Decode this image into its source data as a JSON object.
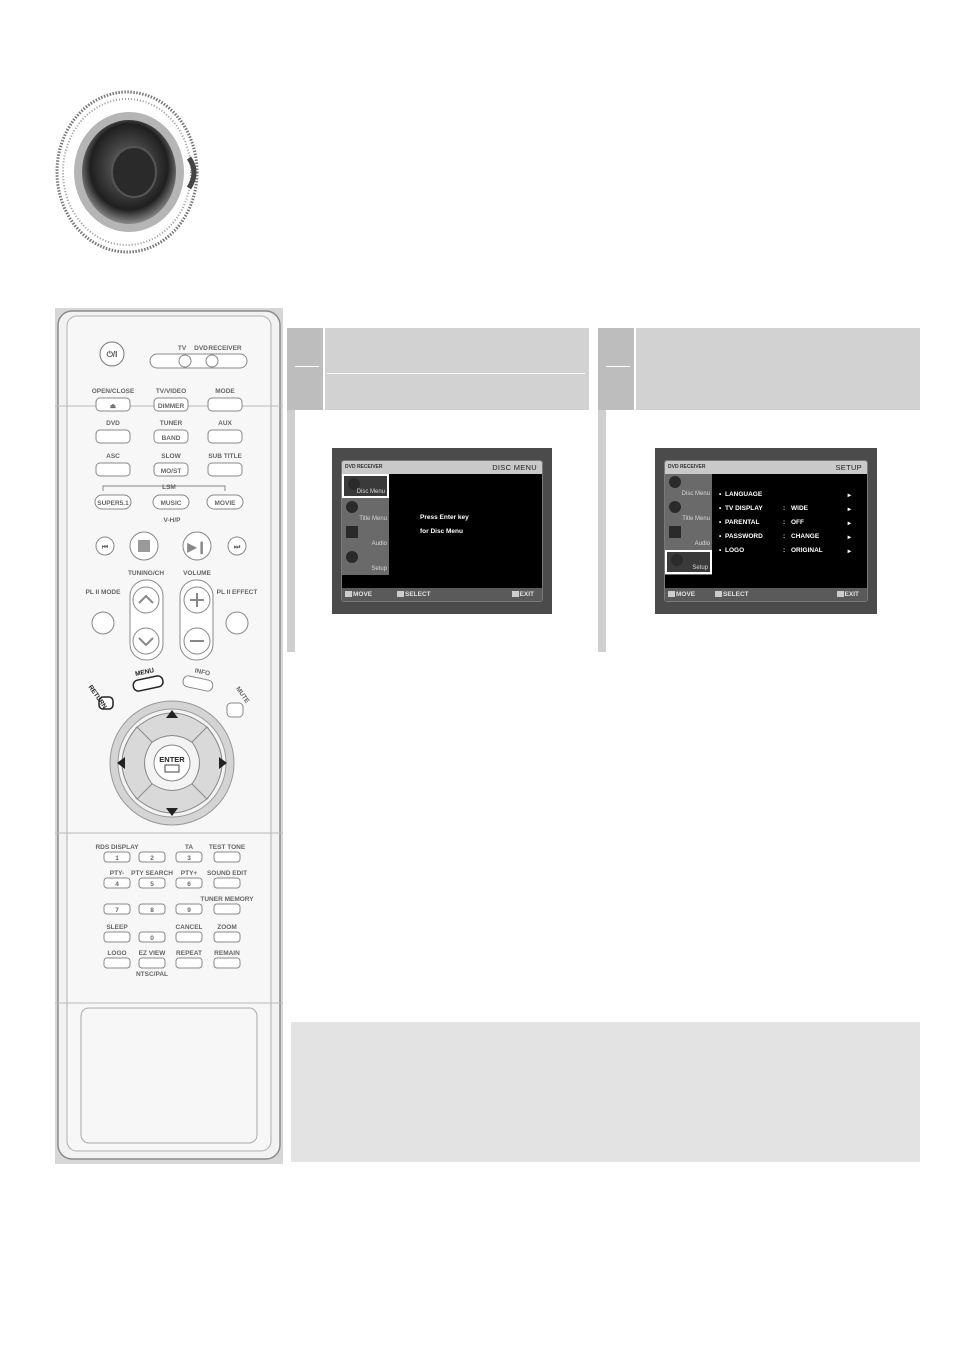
{
  "remote": {
    "power_label": "⏻/I",
    "source_labels": [
      "TV",
      "DVD",
      "RECEIVER"
    ],
    "row1": [
      "OPEN/CLOSE",
      "TV/VIDEO",
      "MODE"
    ],
    "row1_sub": [
      "⏏",
      "DIMMER",
      ""
    ],
    "row2": [
      "DVD",
      "TUNER",
      "AUX"
    ],
    "row2_sub": [
      "",
      "BAND",
      ""
    ],
    "row3": [
      "ASC",
      "SLOW",
      "SUB TITLE"
    ],
    "row3_sub": [
      "",
      "MO/ST",
      ""
    ],
    "lsm_label": "LSM",
    "lsm_buttons": [
      "SUPER5.1",
      "MUSIC",
      "MOVIE"
    ],
    "vhp_label": "V-H/P",
    "tuning_label": "TUNING/CH",
    "volume_label": "VOLUME",
    "pl_mode_label": "PL II MODE",
    "pl_effect_label": "PL II EFFECT",
    "menu_label": "MENU",
    "info_label": "INFO",
    "return_label": "RETURN",
    "mute_label": "MUTE",
    "enter_label": "ENTER",
    "keypad_top": [
      "RDS DISPLAY",
      "TA",
      "TEST TONE"
    ],
    "keypad_mid": [
      "PTY-",
      "PTY SEARCH",
      "PTY+",
      "SOUND EDIT"
    ],
    "keypad_low": [
      "TUNER MEMORY"
    ],
    "keypad_bot": [
      "SLEEP",
      "CANCEL",
      "ZOOM"
    ],
    "keypad_last": [
      "LOGO",
      "EZ VIEW",
      "REPEAT",
      "REMAIN"
    ],
    "ntsc_label": "NTSC/PAL",
    "digits": [
      "1",
      "2",
      "3",
      "4",
      "5",
      "6",
      "7",
      "8",
      "9",
      "0"
    ]
  },
  "screen_left": {
    "brand": "DVD RECEIVER",
    "title": "DISC MENU",
    "sidebar": [
      "Disc Menu",
      "Title Menu",
      "Audio",
      "Setup"
    ],
    "selected_index": 0,
    "message": [
      "Press Enter key",
      "for Disc Menu"
    ],
    "footer": {
      "move": "MOVE",
      "select": "SELECT",
      "exit": "EXIT"
    }
  },
  "screen_right": {
    "brand": "DVD RECEIVER",
    "title": "SETUP",
    "sidebar": [
      "Disc Menu",
      "Title Menu",
      "Audio",
      "Setup"
    ],
    "selected_index": 3,
    "rows": [
      {
        "name": "LANGUAGE",
        "value": ""
      },
      {
        "name": "TV DISPLAY",
        "value": "WIDE"
      },
      {
        "name": "PARENTAL",
        "value": "OFF"
      },
      {
        "name": "PASSWORD",
        "value": "CHANGE"
      },
      {
        "name": "LOGO",
        "value": "ORIGINAL"
      }
    ],
    "footer": {
      "move": "MOVE",
      "select": "SELECT",
      "exit": "EXIT"
    }
  }
}
